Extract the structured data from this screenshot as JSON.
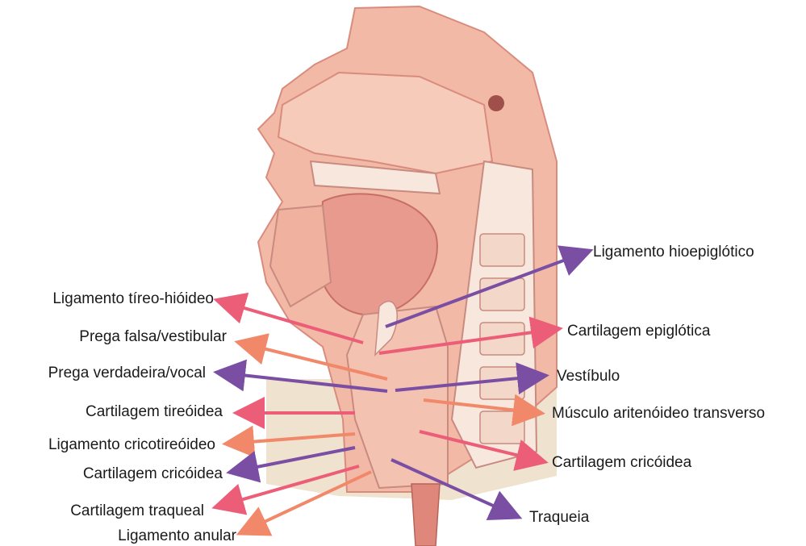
{
  "colors": {
    "arrow_pink": "#ec5d78",
    "arrow_salmon": "#f2886a",
    "arrow_purple": "#7a4fa3",
    "tissue": "#f1b9a6",
    "tissue_dark": "#d98c7d",
    "bone": "#f7e7dc",
    "base": "#efe3cf"
  },
  "labels_left": [
    {
      "text": "Ligamento tíreo-hióideo",
      "color": "arrow_pink"
    },
    {
      "text": "Prega falsa/vestibular",
      "color": "arrow_salmon"
    },
    {
      "text": "Prega verdadeira/vocal",
      "color": "arrow_purple"
    },
    {
      "text": "Cartilagem tireóidea",
      "color": "arrow_pink"
    },
    {
      "text": "Ligamento cricotireóideo",
      "color": "arrow_salmon"
    },
    {
      "text": "Cartilagem cricóidea",
      "color": "arrow_purple"
    },
    {
      "text": "Cartilagem traqueal",
      "color": "arrow_pink"
    },
    {
      "text": "Ligamento anular",
      "color": "arrow_salmon"
    }
  ],
  "labels_right": [
    {
      "text": "Ligamento hioepiglótico",
      "color": "arrow_purple"
    },
    {
      "text": "Cartilagem epiglótica",
      "color": "arrow_pink"
    },
    {
      "text": "Vestíbulo",
      "color": "arrow_purple"
    },
    {
      "text": "Músculo aritenóideo transverso",
      "color": "arrow_salmon"
    },
    {
      "text": "Cartilagem cricóidea",
      "color": "arrow_pink"
    },
    {
      "text": "Traqueia",
      "color": "arrow_purple"
    }
  ]
}
